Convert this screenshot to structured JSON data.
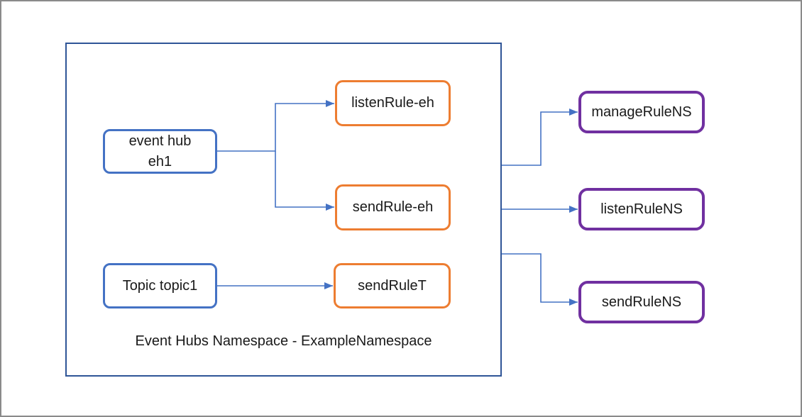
{
  "diagram": {
    "namespace": {
      "label": "Event Hubs Namespace - ExampleNamespace"
    },
    "nodes": {
      "event_hub": {
        "label": "event hub\neh1",
        "type": "entity"
      },
      "topic": {
        "label": "Topic topic1",
        "type": "entity"
      },
      "listen_rule_eh": {
        "label": "listenRule-eh",
        "type": "entity-rule"
      },
      "send_rule_eh": {
        "label": "sendRule-eh",
        "type": "entity-rule"
      },
      "send_rule_t": {
        "label": "sendRuleT",
        "type": "entity-rule"
      },
      "manage_rule_ns": {
        "label": "manageRuleNS",
        "type": "namespace-rule"
      },
      "listen_rule_ns": {
        "label": "listenRuleNS",
        "type": "namespace-rule"
      },
      "send_rule_ns": {
        "label": "sendRuleNS",
        "type": "namespace-rule"
      }
    },
    "edges": [
      {
        "from": "event hub eh1",
        "to": "listenRule-eh"
      },
      {
        "from": "event hub eh1",
        "to": "sendRule-eh"
      },
      {
        "from": "Topic topic1",
        "to": "sendRuleT"
      },
      {
        "from": "Event Hubs Namespace - ExampleNamespace",
        "to": "manageRuleNS"
      },
      {
        "from": "Event Hubs Namespace - ExampleNamespace",
        "to": "listenRuleNS"
      },
      {
        "from": "Event Hubs Namespace - ExampleNamespace",
        "to": "sendRuleNS"
      }
    ],
    "colors": {
      "entity": "#4472C4",
      "entity_rule": "#ED7D31",
      "namespace_rule": "#7030A0",
      "connector": "#4472C4",
      "namespace_border": "#2F5597",
      "frame_border": "#8A8A8A",
      "text": "#1A1A1A"
    }
  }
}
